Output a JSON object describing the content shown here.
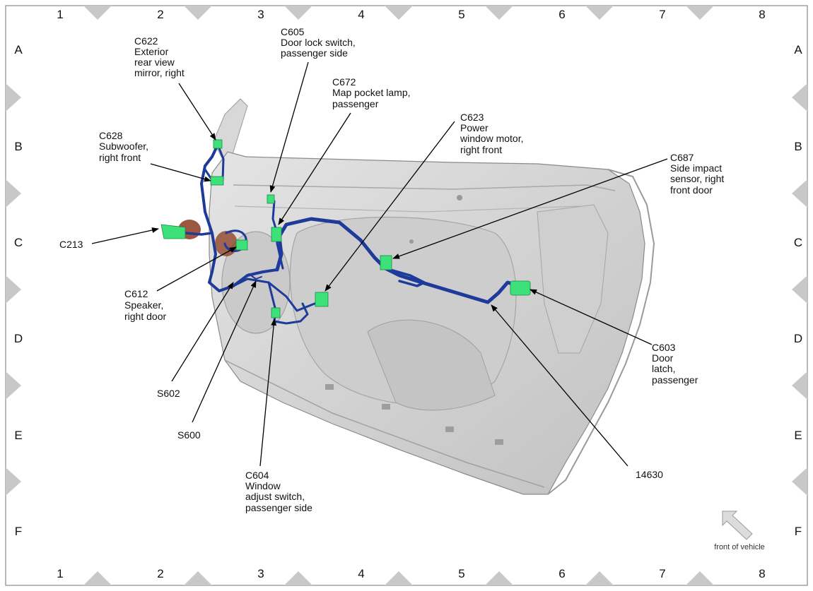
{
  "grid": {
    "columns": [
      "1",
      "2",
      "3",
      "4",
      "5",
      "6",
      "7",
      "8"
    ],
    "rows": [
      "A",
      "B",
      "C",
      "D",
      "E",
      "F"
    ]
  },
  "callouts": {
    "c622": [
      "C622",
      "Exterior",
      "rear view",
      "mirror, right"
    ],
    "c605": [
      "C605",
      "Door lock switch,",
      "passenger side"
    ],
    "c672": [
      "C672",
      "Map pocket lamp,",
      "passenger"
    ],
    "c623": [
      "C623",
      "Power",
      "window motor,",
      "right front"
    ],
    "c628": [
      "C628",
      "Subwoofer,",
      "right front"
    ],
    "c687": [
      "C687",
      "Side impact",
      "sensor, right",
      "front door"
    ],
    "c213": [
      "C213"
    ],
    "c612": [
      "C612",
      "Speaker,",
      "right door"
    ],
    "c603": [
      "C603",
      "Door",
      "latch,",
      "passenger"
    ],
    "s602": [
      "S602"
    ],
    "s600": [
      "S600"
    ],
    "c604": [
      "C604",
      "Window",
      "adjust switch,",
      "passenger side"
    ],
    "n14630": [
      "14630"
    ]
  },
  "front_of_vehicle": "front of vehicle",
  "colors": {
    "harness": "#1e3a9a",
    "connector": "#3ee07a",
    "door_panel": "#d6d6d6",
    "brown_component": "#8b3a1e"
  }
}
